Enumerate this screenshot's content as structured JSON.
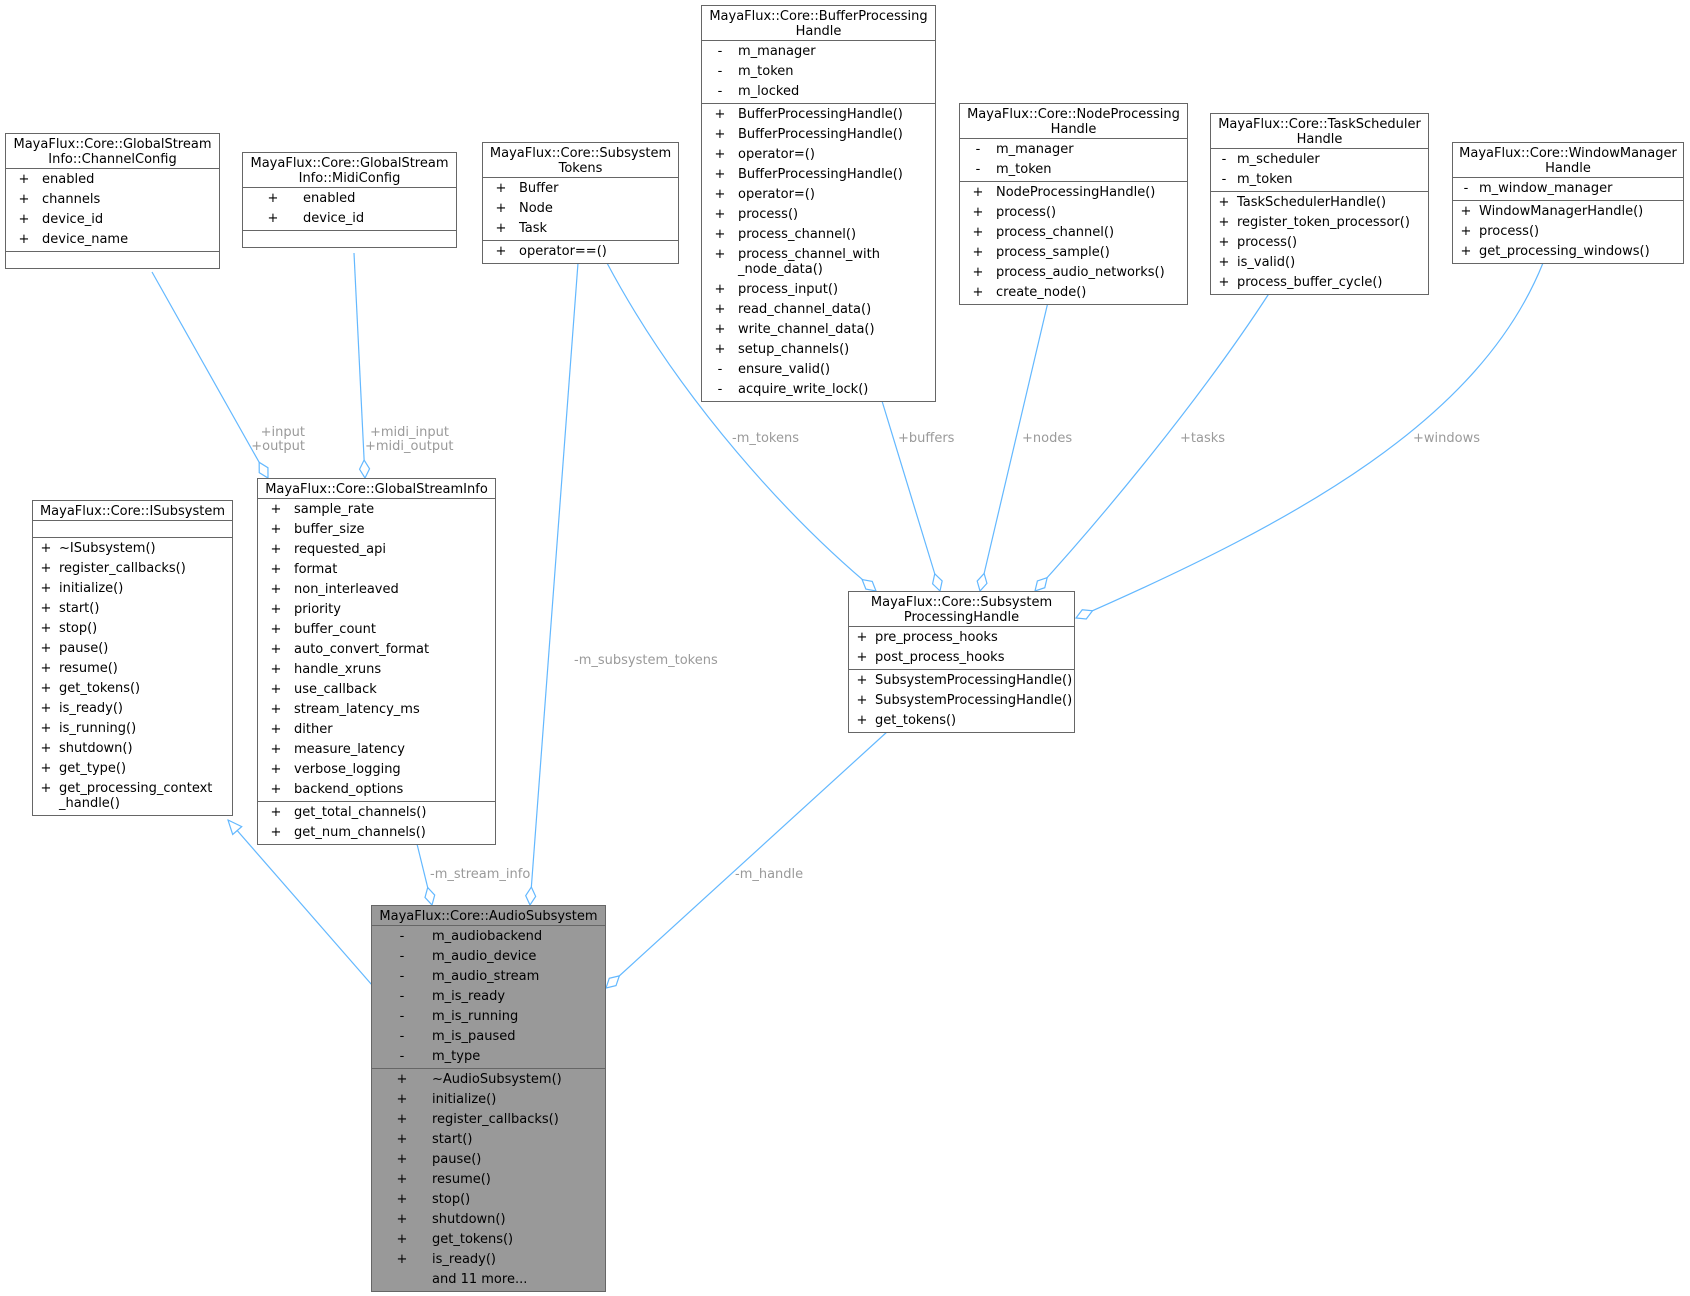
{
  "colors": {
    "edge": "#63b8ff",
    "box_border": "#666666",
    "focus_fill": "#999999",
    "label": "#9a9a9a"
  },
  "classes": {
    "channel_config": {
      "title": "MayaFlux::Core::GlobalStream\nInfo::ChannelConfig",
      "attrs": [
        {
          "vis": "+",
          "name": "enabled"
        },
        {
          "vis": "+",
          "name": "channels"
        },
        {
          "vis": "+",
          "name": "device_id"
        },
        {
          "vis": "+",
          "name": "device_name"
        }
      ],
      "methods": []
    },
    "midi_config": {
      "title": "MayaFlux::Core::GlobalStream\nInfo::MidiConfig",
      "attrs": [
        {
          "vis": "+",
          "name": "enabled"
        },
        {
          "vis": "+",
          "name": "device_id"
        }
      ],
      "methods": []
    },
    "subsystem_tokens": {
      "title": "MayaFlux::Core::Subsystem\nTokens",
      "attrs": [
        {
          "vis": "+",
          "name": "Buffer"
        },
        {
          "vis": "+",
          "name": "Node"
        },
        {
          "vis": "+",
          "name": "Task"
        }
      ],
      "methods": [
        {
          "vis": "+",
          "name": "operator==()"
        }
      ]
    },
    "buffer_handle": {
      "title": "MayaFlux::Core::BufferProcessing\nHandle",
      "attrs": [
        {
          "vis": "-",
          "name": "m_manager"
        },
        {
          "vis": "-",
          "name": "m_token"
        },
        {
          "vis": "-",
          "name": "m_locked"
        }
      ],
      "methods": [
        {
          "vis": "+",
          "name": "BufferProcessingHandle()"
        },
        {
          "vis": "+",
          "name": "BufferProcessingHandle()"
        },
        {
          "vis": "+",
          "name": "operator=()"
        },
        {
          "vis": "+",
          "name": "BufferProcessingHandle()"
        },
        {
          "vis": "+",
          "name": "operator=()"
        },
        {
          "vis": "+",
          "name": "process()"
        },
        {
          "vis": "+",
          "name": "process_channel()"
        },
        {
          "vis": "+",
          "name": "process_channel_with\n_node_data()"
        },
        {
          "vis": "+",
          "name": "process_input()"
        },
        {
          "vis": "+",
          "name": "read_channel_data()"
        },
        {
          "vis": "+",
          "name": "write_channel_data()"
        },
        {
          "vis": "+",
          "name": "setup_channels()"
        },
        {
          "vis": "-",
          "name": "ensure_valid()"
        },
        {
          "vis": "-",
          "name": "acquire_write_lock()"
        }
      ]
    },
    "node_handle": {
      "title": "MayaFlux::Core::NodeProcessing\nHandle",
      "attrs": [
        {
          "vis": "-",
          "name": "m_manager"
        },
        {
          "vis": "-",
          "name": "m_token"
        }
      ],
      "methods": [
        {
          "vis": "+",
          "name": "NodeProcessingHandle()"
        },
        {
          "vis": "+",
          "name": "process()"
        },
        {
          "vis": "+",
          "name": "process_channel()"
        },
        {
          "vis": "+",
          "name": "process_sample()"
        },
        {
          "vis": "+",
          "name": "process_audio_networks()"
        },
        {
          "vis": "+",
          "name": "create_node()"
        }
      ]
    },
    "task_handle": {
      "title": "MayaFlux::Core::TaskScheduler\nHandle",
      "attrs": [
        {
          "vis": "-",
          "name": "m_scheduler"
        },
        {
          "vis": "-",
          "name": "m_token"
        }
      ],
      "methods": [
        {
          "vis": "+",
          "name": "TaskSchedulerHandle()"
        },
        {
          "vis": "+",
          "name": "register_token_processor()"
        },
        {
          "vis": "+",
          "name": "process()"
        },
        {
          "vis": "+",
          "name": "is_valid()"
        },
        {
          "vis": "+",
          "name": "process_buffer_cycle()"
        }
      ]
    },
    "window_handle": {
      "title": "MayaFlux::Core::WindowManager\nHandle",
      "attrs": [
        {
          "vis": "-",
          "name": "m_window_manager"
        }
      ],
      "methods": [
        {
          "vis": "+",
          "name": "WindowManagerHandle()"
        },
        {
          "vis": "+",
          "name": "process()"
        },
        {
          "vis": "+",
          "name": "get_processing_windows()"
        }
      ]
    },
    "isubsystem": {
      "title": "MayaFlux::Core::ISubsystem",
      "attrs": [],
      "methods": [
        {
          "vis": "+",
          "name": "~ISubsystem()"
        },
        {
          "vis": "+",
          "name": "register_callbacks()"
        },
        {
          "vis": "+",
          "name": "initialize()"
        },
        {
          "vis": "+",
          "name": "start()"
        },
        {
          "vis": "+",
          "name": "stop()"
        },
        {
          "vis": "+",
          "name": "pause()"
        },
        {
          "vis": "+",
          "name": "resume()"
        },
        {
          "vis": "+",
          "name": "get_tokens()"
        },
        {
          "vis": "+",
          "name": "is_ready()"
        },
        {
          "vis": "+",
          "name": "is_running()"
        },
        {
          "vis": "+",
          "name": "shutdown()"
        },
        {
          "vis": "+",
          "name": "get_type()"
        },
        {
          "vis": "+",
          "name": "get_processing_context\n_handle()"
        }
      ]
    },
    "global_stream_info": {
      "title": "MayaFlux::Core::GlobalStreamInfo",
      "attrs": [
        {
          "vis": "+",
          "name": "sample_rate"
        },
        {
          "vis": "+",
          "name": "buffer_size"
        },
        {
          "vis": "+",
          "name": "requested_api"
        },
        {
          "vis": "+",
          "name": "format"
        },
        {
          "vis": "+",
          "name": "non_interleaved"
        },
        {
          "vis": "+",
          "name": "priority"
        },
        {
          "vis": "+",
          "name": "buffer_count"
        },
        {
          "vis": "+",
          "name": "auto_convert_format"
        },
        {
          "vis": "+",
          "name": "handle_xruns"
        },
        {
          "vis": "+",
          "name": "use_callback"
        },
        {
          "vis": "+",
          "name": "stream_latency_ms"
        },
        {
          "vis": "+",
          "name": "dither"
        },
        {
          "vis": "+",
          "name": "measure_latency"
        },
        {
          "vis": "+",
          "name": "verbose_logging"
        },
        {
          "vis": "+",
          "name": "backend_options"
        }
      ],
      "methods": [
        {
          "vis": "+",
          "name": "get_total_channels()"
        },
        {
          "vis": "+",
          "name": "get_num_channels()"
        }
      ]
    },
    "subsystem_handle": {
      "title": "MayaFlux::Core::Subsystem\nProcessingHandle",
      "attrs": [
        {
          "vis": "+",
          "name": "pre_process_hooks"
        },
        {
          "vis": "+",
          "name": "post_process_hooks"
        }
      ],
      "methods": [
        {
          "vis": "+",
          "name": "SubsystemProcessingHandle()"
        },
        {
          "vis": "+",
          "name": "SubsystemProcessingHandle()"
        },
        {
          "vis": "+",
          "name": "get_tokens()"
        }
      ]
    },
    "audio_subsystem": {
      "title": "MayaFlux::Core::AudioSubsystem",
      "attrs": [
        {
          "vis": "-",
          "name": "m_audiobackend"
        },
        {
          "vis": "-",
          "name": "m_audio_device"
        },
        {
          "vis": "-",
          "name": "m_audio_stream"
        },
        {
          "vis": "-",
          "name": "m_is_ready"
        },
        {
          "vis": "-",
          "name": "m_is_running"
        },
        {
          "vis": "-",
          "name": "m_is_paused"
        },
        {
          "vis": "-",
          "name": "m_type"
        }
      ],
      "methods": [
        {
          "vis": "+",
          "name": "~AudioSubsystem()"
        },
        {
          "vis": "+",
          "name": "initialize()"
        },
        {
          "vis": "+",
          "name": "register_callbacks()"
        },
        {
          "vis": "+",
          "name": "start()"
        },
        {
          "vis": "+",
          "name": "pause()"
        },
        {
          "vis": "+",
          "name": "resume()"
        },
        {
          "vis": "+",
          "name": "stop()"
        },
        {
          "vis": "+",
          "name": "shutdown()"
        },
        {
          "vis": "+",
          "name": "get_tokens()"
        },
        {
          "vis": "+",
          "name": "is_ready()"
        },
        {
          "vis": "",
          "name": "and 11 more..."
        }
      ]
    }
  },
  "edge_labels": {
    "input_output": [
      "+input",
      "+output"
    ],
    "midi": [
      "+midi_input",
      "+midi_output"
    ],
    "m_subsystem_tokens": "-m_subsystem_tokens",
    "m_tokens": "-m_tokens",
    "buffers": "+buffers",
    "nodes": "+nodes",
    "tasks": "+tasks",
    "windows": "+windows",
    "m_stream_info": "-m_stream_info",
    "m_handle": "-m_handle"
  }
}
